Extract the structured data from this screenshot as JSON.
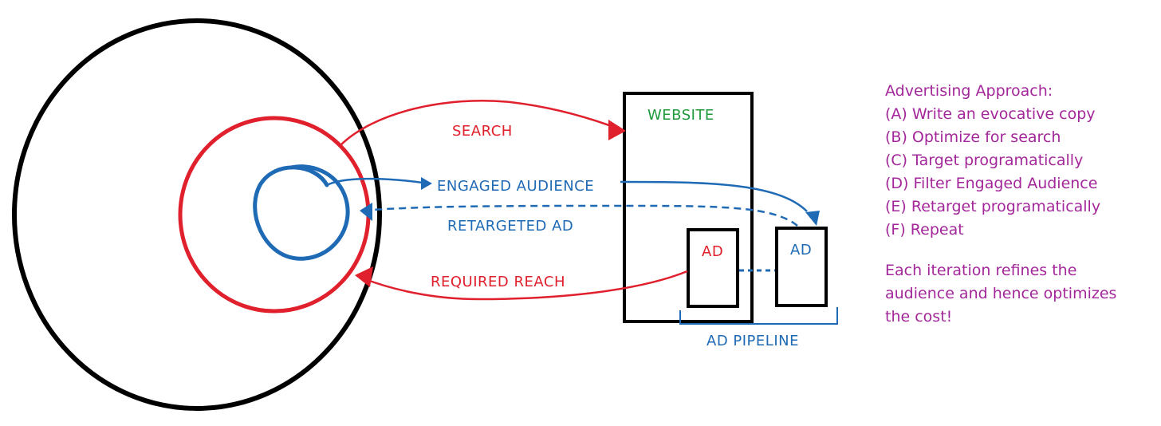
{
  "colors": {
    "outer_circle": "#000000",
    "reach": "#e0202c",
    "engaged": "#1f6ab5",
    "website_label": "#1f9a3a",
    "notes": "#a3279a"
  },
  "diagram": {
    "search_label": "SEARCH",
    "engaged_audience_label": "ENGAGED AUDIENCE",
    "retargeted_ad_label": "RETARGETED AD",
    "required_reach_label": "REQUIRED REACH",
    "website_label": "WEBSITE",
    "ad_red_label": "AD",
    "ad_blue_label": "AD",
    "ad_pipeline_label": "AD PIPELINE"
  },
  "notes": {
    "heading": "Advertising Approach:",
    "steps": [
      "(A) Write an evocative copy",
      "(B) Optimize for search",
      "(C) Target programatically",
      "(D) Filter Engaged Audience",
      "(E) Retarget programatically",
      "(F) Repeat"
    ],
    "summary": [
      "Each iteration refines the",
      "audience and hence optimizes",
      "the cost!"
    ]
  }
}
